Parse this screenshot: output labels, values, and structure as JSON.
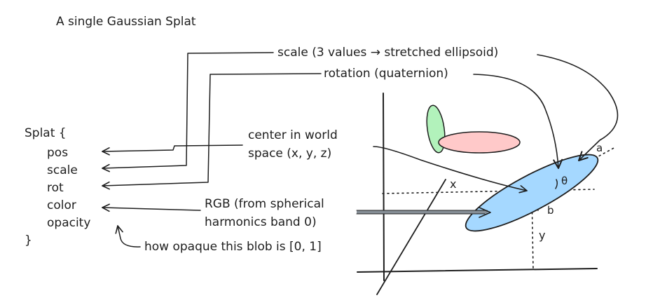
{
  "title": "A single Gaussian Splat",
  "code": {
    "open": "Splat {",
    "fields": [
      "pos",
      "scale",
      "rot",
      "color",
      "opacity"
    ],
    "close": "}"
  },
  "labels": {
    "scale": "scale (3 values → stretched ellipsoid)",
    "rotation": "rotation (quaternion)",
    "center_line1": "center in world",
    "center_line2": "space (x, y, z)",
    "rgb_line1": "RGB (from spherical",
    "rgb_line2": "harmonics band 0)",
    "opacity": "how opaque this blob is [0, 1]"
  },
  "axes": {
    "x": "x",
    "y": "y",
    "a": "a",
    "b": "b",
    "theta": "θ"
  },
  "colors": {
    "ink": "#1e1e1e",
    "blue_fill": "#a5d8ff",
    "red_fill": "#ffc9c9",
    "green_fill": "#b2f2bb",
    "arrow_gray": "#868e96"
  }
}
